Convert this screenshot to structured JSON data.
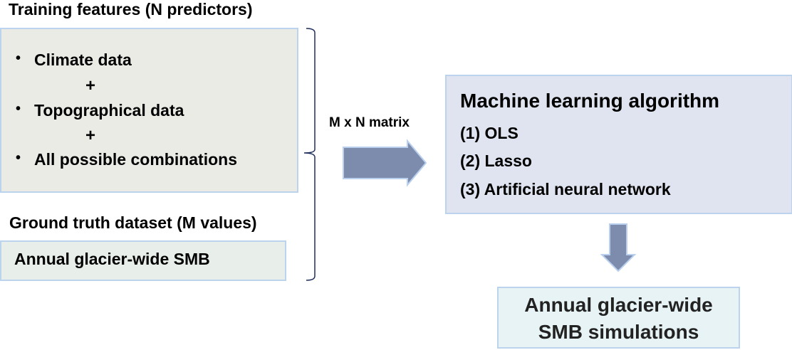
{
  "training_features": {
    "heading": "Training features (N predictors)",
    "items": [
      {
        "bullet": "•",
        "label": "Climate data"
      },
      {
        "bullet": "•",
        "label": "Topographical data"
      },
      {
        "bullet": "•",
        "label": "All possible combinations"
      }
    ],
    "separator": "+"
  },
  "ground_truth": {
    "heading": "Ground truth dataset (M values)",
    "label": "Annual glacier-wide SMB"
  },
  "matrix_label": "M x N matrix",
  "ml_algorithm": {
    "title": "Machine learning algorithm",
    "items": [
      "(1) OLS",
      "(2) Lasso",
      "(3) Artificial neural network"
    ]
  },
  "output": {
    "line1": "Annual glacier-wide",
    "line2": "SMB simulations"
  },
  "colors": {
    "arrow_fill": "#7d8bad",
    "arrow_stroke": "#b9cfee",
    "brace": "#1f2d5a",
    "box_border": "#bcd3ee"
  }
}
